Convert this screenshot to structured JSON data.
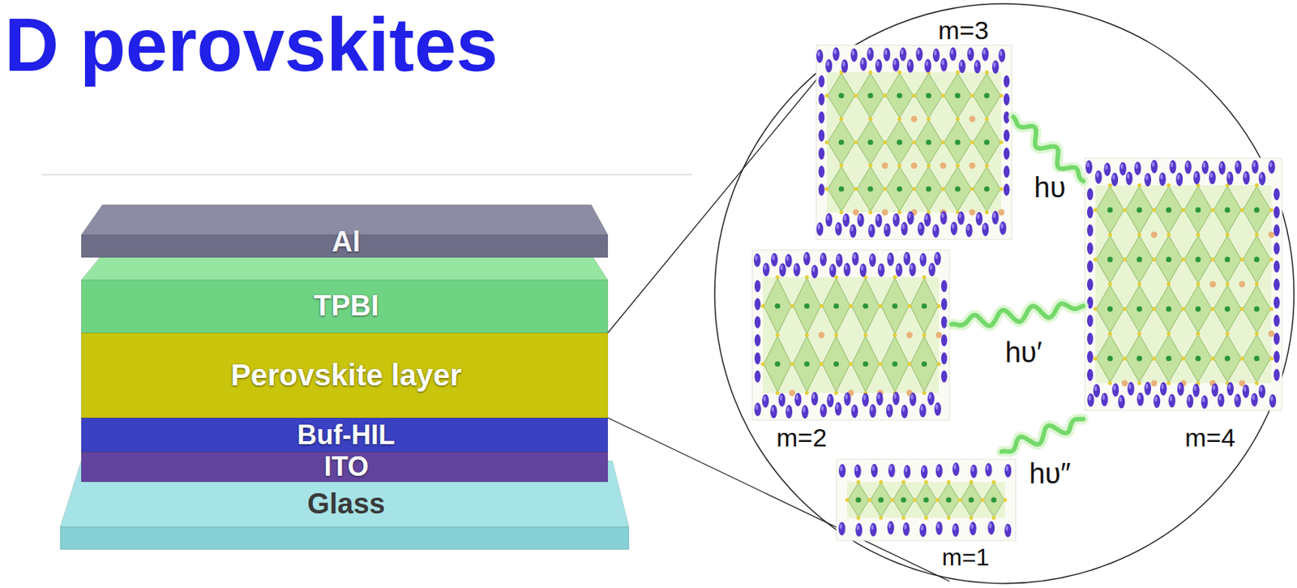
{
  "diagram": {
    "title": "D perovskites",
    "nodes": [
      {
        "text": [
          "Al"
        ]
      },
      {
        "text": [
          "TPBI"
        ]
      },
      {
        "text": [
          "Perovskite layer"
        ]
      },
      {
        "text": [
          "Buf-HIL"
        ]
      },
      {
        "text": [
          "ITO"
        ]
      },
      {
        "text": [
          "Glass"
        ]
      },
      {
        "text": [
          "m=3"
        ]
      },
      {
        "text": [
          "m=4"
        ]
      },
      {
        "text": [
          "m=2"
        ]
      },
      {
        "text": [
          "m=1"
        ]
      }
    ],
    "edges": [
      {
        "from": 6,
        "to": 7,
        "arrow": "none",
        "label": "hυ"
      },
      {
        "from": 8,
        "to": 7,
        "arrow": "none",
        "label": "hυ′"
      },
      {
        "from": 9,
        "to": 7,
        "arrow": "none",
        "label": "hυ″"
      }
    ]
  }
}
